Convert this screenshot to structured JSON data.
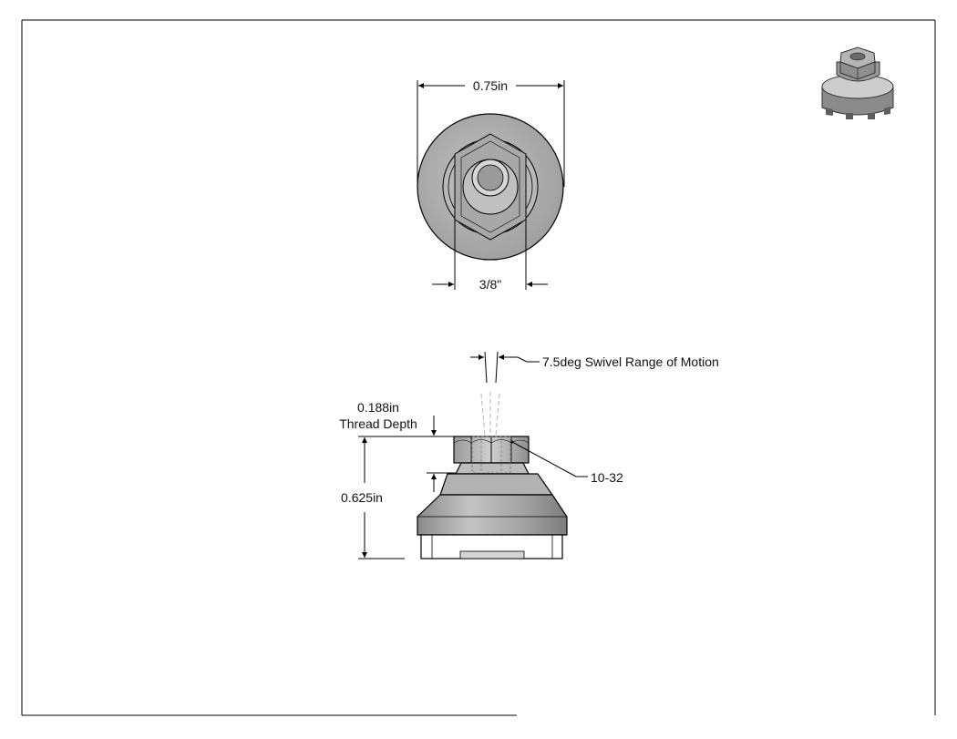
{
  "drawing": {
    "colors": {
      "line": "#000000",
      "part_fill": "#a9a9a9",
      "part_light": "#cfcfcf",
      "part_dark": "#7a7a7a",
      "text": "#111111"
    },
    "top_view": {
      "outer_diameter_label": "0.75in",
      "hex_size_label": "3/8\""
    },
    "side_view": {
      "swivel_label": "7.5deg Swivel Range of Motion",
      "thread_depth_value": "0.188in",
      "thread_depth_caption": "Thread Depth",
      "height_label": "0.625in",
      "thread_spec_label": "10-32"
    },
    "iso_view": {
      "icon": "leveling-foot-iso-icon"
    }
  }
}
